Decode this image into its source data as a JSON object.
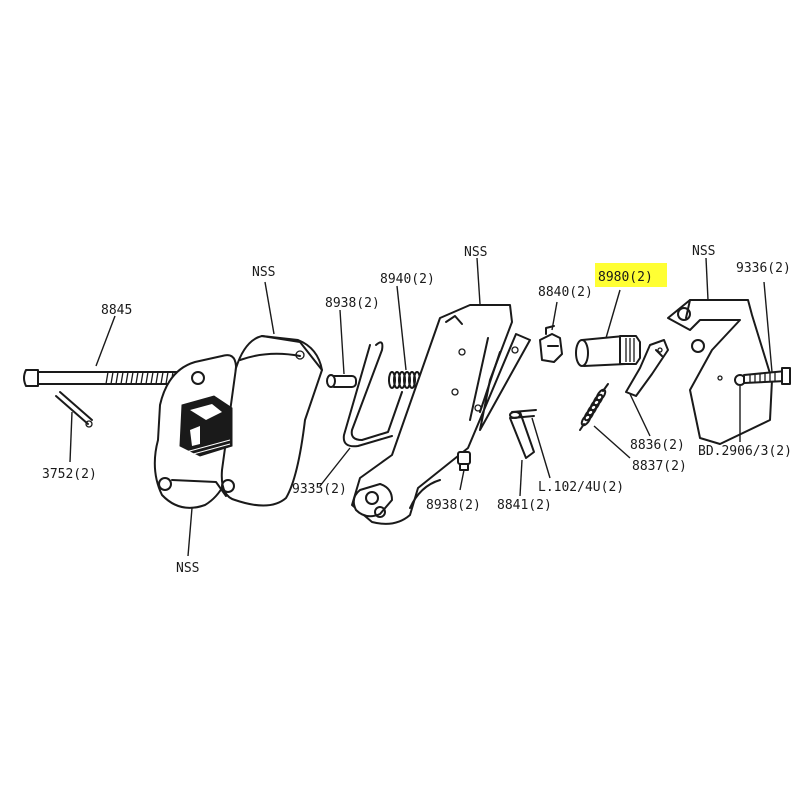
{
  "highlight_color": "#ffff33",
  "ink_color": "#1a1a1a",
  "labels": {
    "p8845": "8845",
    "p3752": "3752(2)",
    "nss_left_top": "NSS",
    "nss_left_bottom": "NSS",
    "p8938_top": "8938(2)",
    "p8940": "8940(2)",
    "p9335": "9335(2)",
    "nss_center": "NSS",
    "p8938_bottom": "8938(2)",
    "p8841": "8841(2)",
    "p8840": "8840(2)",
    "p8980": "8980(2)",
    "l102": "L.102/4U(2)",
    "p8836": "8836(2)",
    "p8837": "8837(2)",
    "nss_right": "NSS",
    "p9336": "9336(2)",
    "bd2906": "BD.2906/3(2)"
  }
}
